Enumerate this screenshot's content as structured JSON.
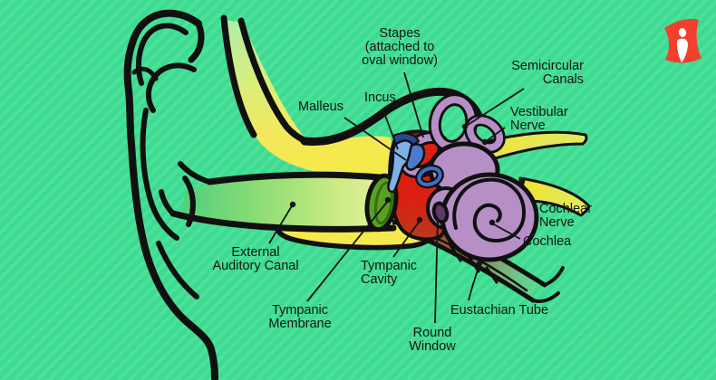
{
  "background": {
    "base_color": "#3fda91",
    "stripe_color": "#4be19b"
  },
  "brand": {
    "logo_color": "#f1402d",
    "logo_glyph_color": "#ffffff",
    "logo_glyph": "person-flag"
  },
  "diagram": {
    "labels": [
      {
        "id": "stapes",
        "text": "Stapes\n(attached to\noval window)"
      },
      {
        "id": "semicircular-canals",
        "text": "Semicircular\nCanals"
      },
      {
        "id": "vestibular-nerve",
        "text": "Vestibular\nNerve"
      },
      {
        "id": "malleus",
        "text": "Malleus"
      },
      {
        "id": "incus",
        "text": "Incus"
      },
      {
        "id": "cochlear-nerve",
        "text": "Cochlear\nNerve"
      },
      {
        "id": "cochlea",
        "text": "Cochlea"
      },
      {
        "id": "external-auditory-canal",
        "text": "External\nAuditory Canal"
      },
      {
        "id": "tympanic-cavity",
        "text": "Tympanic\nCavity"
      },
      {
        "id": "tympanic-membrane",
        "text": "Tympanic\nMembrane"
      },
      {
        "id": "eustachian-tube",
        "text": "Eustachian Tube"
      },
      {
        "id": "round-window",
        "text": "Round\nWindow"
      }
    ],
    "colors": {
      "outline": "#101010",
      "bone": "#f6e94b",
      "canal_gradient_start": "#4fcf7d",
      "canal_gradient_end": "#e9f2a6",
      "tympanic_membrane": "#58a122",
      "tympanic_cavity": "#de1f11",
      "malleus": "#7fb0e6",
      "incus": "#4c79ce",
      "stapes": "#3f6cc6",
      "inner_ear": "#b78fc7",
      "nerve": "#efe13e",
      "eustachian_tube": "#9a3520",
      "round_window": "#593a6d"
    }
  }
}
